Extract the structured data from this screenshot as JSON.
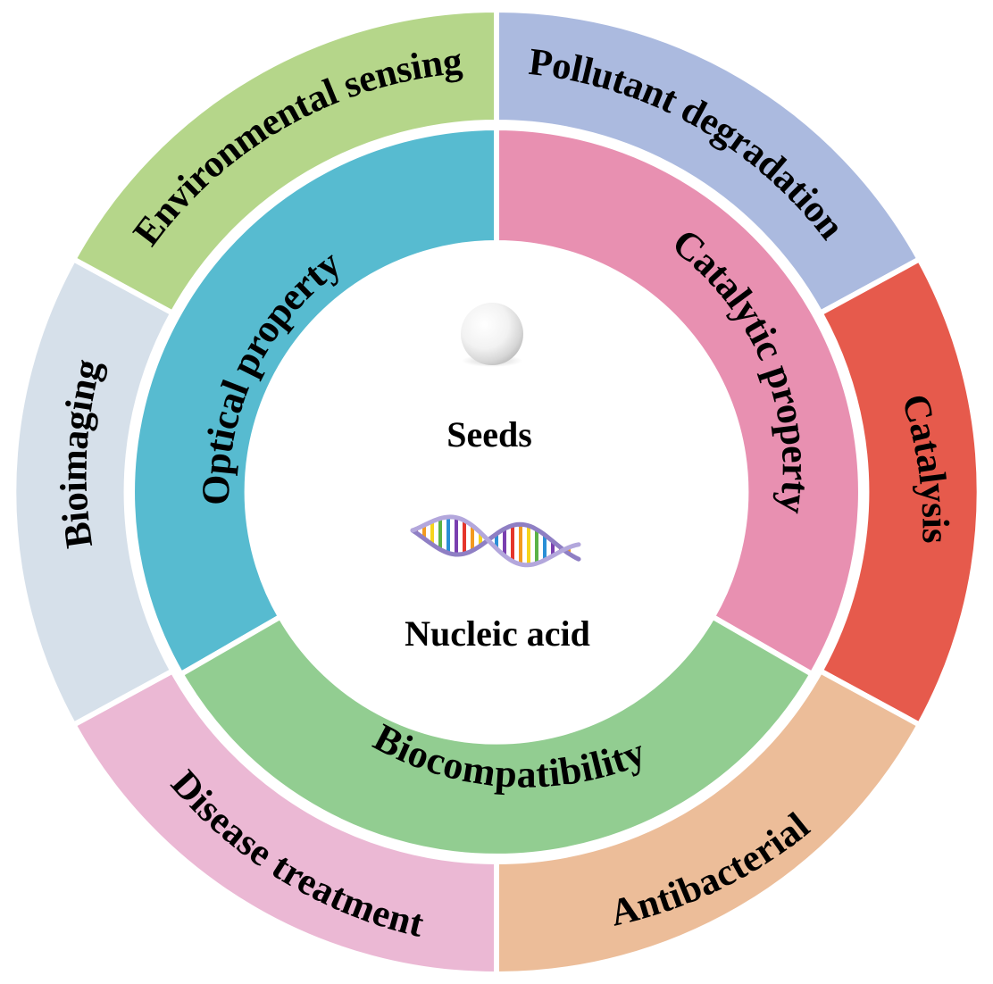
{
  "center": {
    "seeds_label": "Seeds",
    "nucleic_label": "Nucleic acid",
    "seed_icon": "white-sphere",
    "dna_icon": "dna-double-helix"
  },
  "inner_ring": [
    {
      "key": "optical",
      "label": "Optical property",
      "color": "#57bbd0"
    },
    {
      "key": "catalytic",
      "label": "Catalytic property",
      "color": "#e890b1"
    },
    {
      "key": "biocompat",
      "label": "Biocompatibility",
      "color": "#92cd91"
    }
  ],
  "outer_ring": [
    {
      "key": "pollutant",
      "label": "Pollutant degradation",
      "color": "#abbadf"
    },
    {
      "key": "catalysis",
      "label": "Catalysis",
      "color": "#e65a4c"
    },
    {
      "key": "antibacterial",
      "label": "Antibacterial",
      "color": "#ecbd99"
    },
    {
      "key": "disease",
      "label": "Disease treatment",
      "color": "#ebb8d4"
    },
    {
      "key": "bioimaging",
      "label": "Bioimaging",
      "color": "#d6e0ea"
    },
    {
      "key": "environmental",
      "label": "Environmental sensing",
      "color": "#b5d68a"
    }
  ]
}
